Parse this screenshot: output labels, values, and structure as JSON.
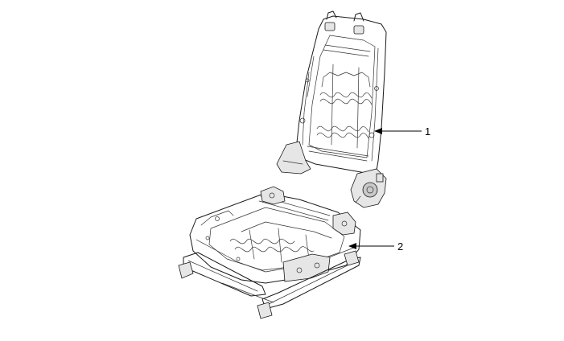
{
  "callouts": [
    {
      "id": "1",
      "label": "1",
      "part": "seat-back-frame"
    },
    {
      "id": "2",
      "label": "2",
      "part": "seat-cushion-frame"
    }
  ]
}
